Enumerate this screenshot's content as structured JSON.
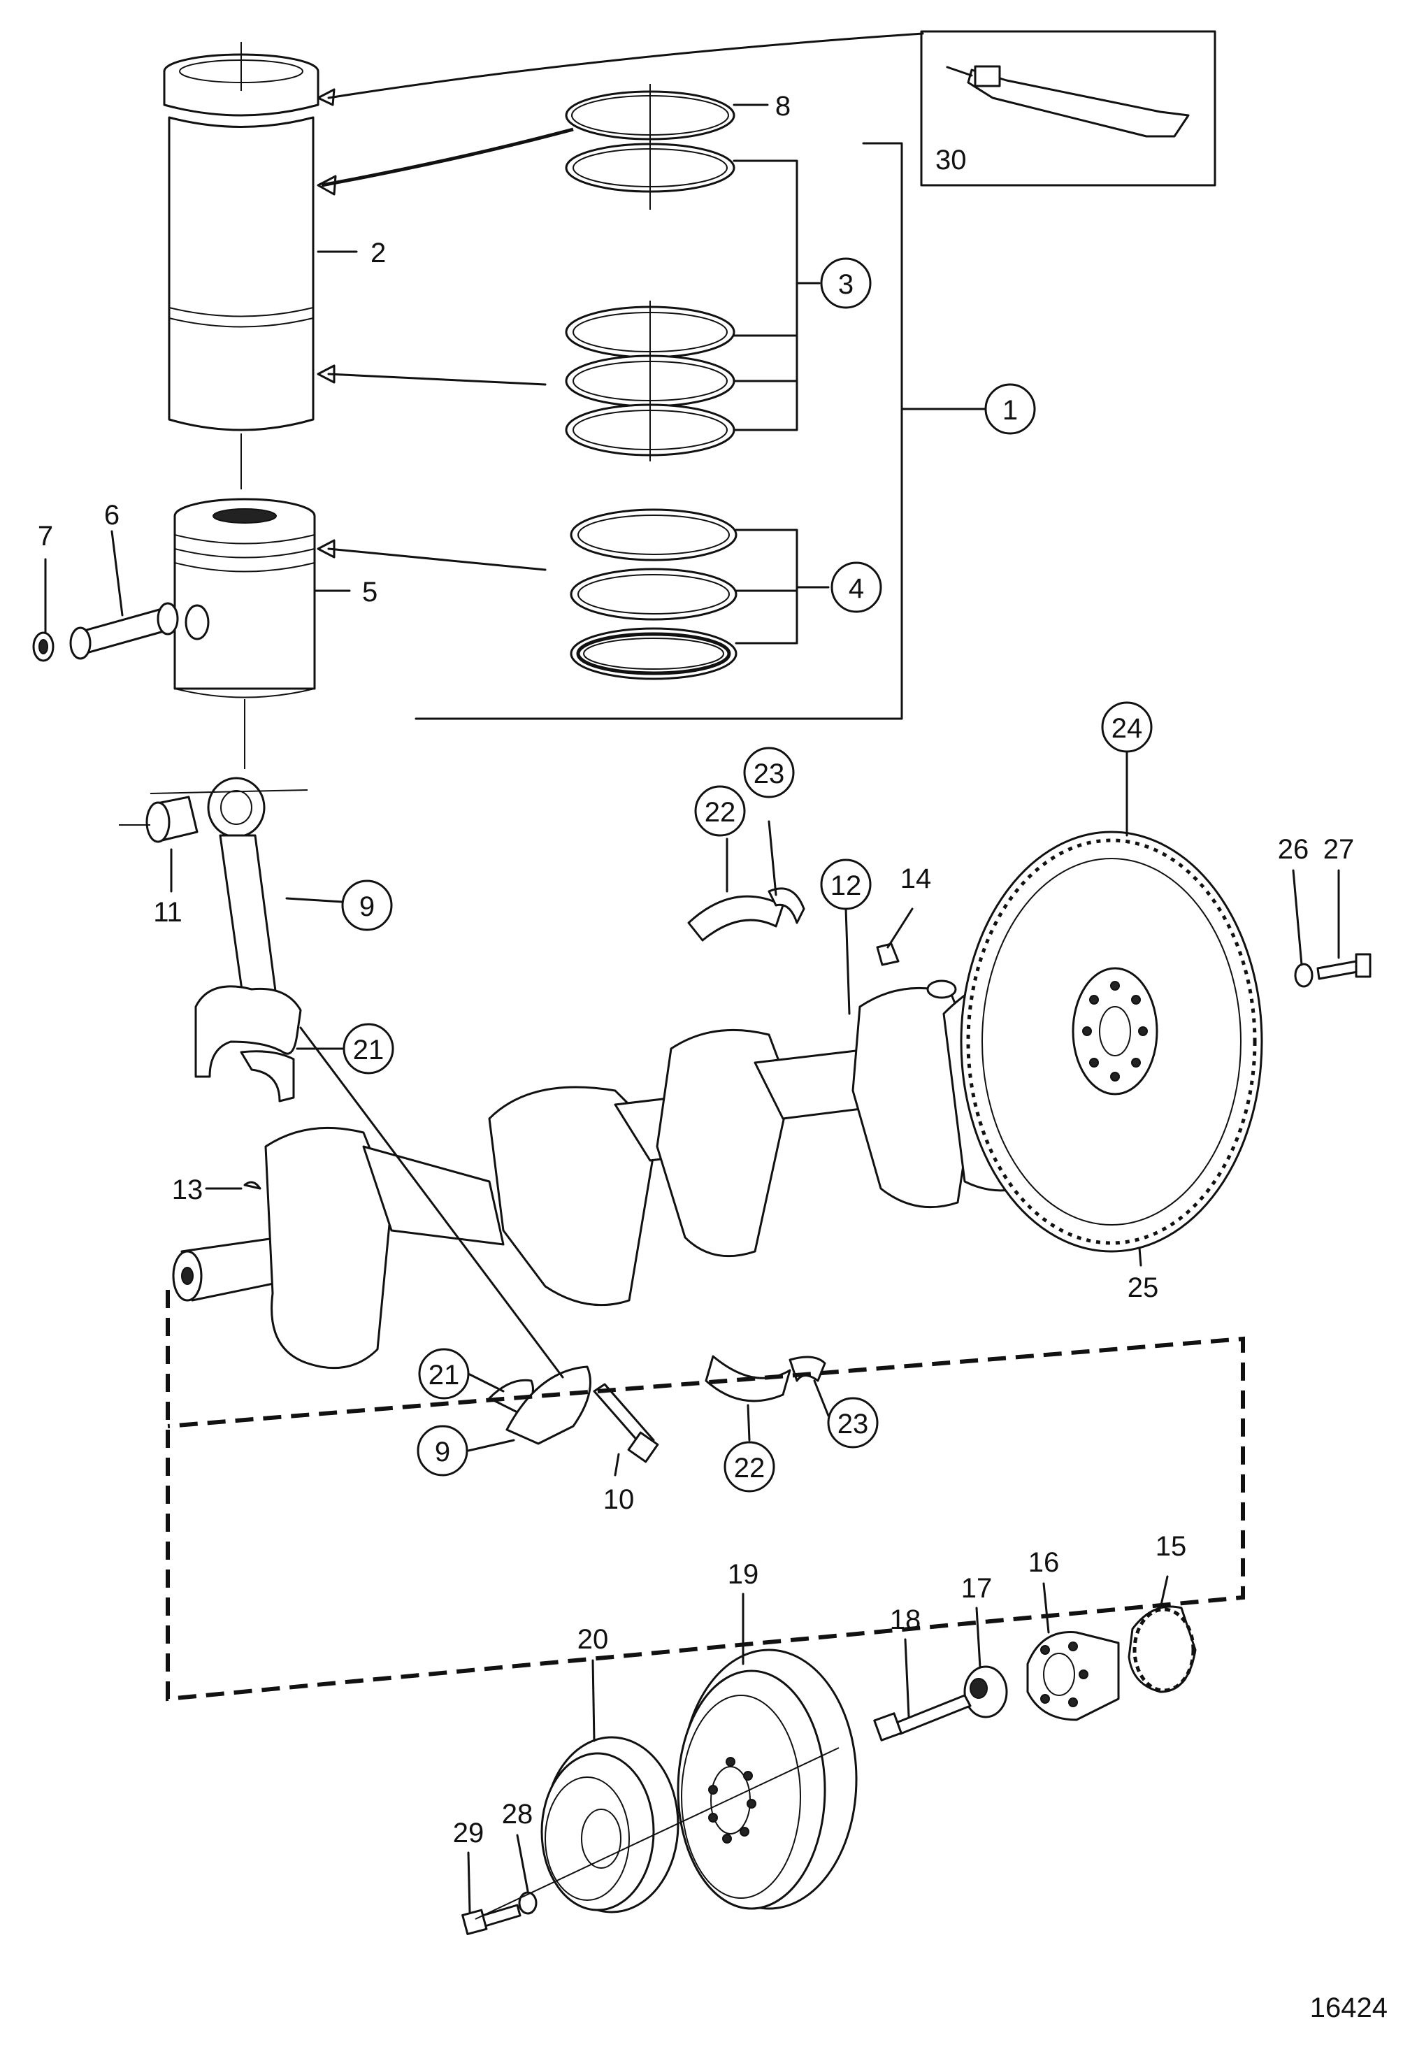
{
  "drawing_number": "16424",
  "callouts": {
    "c1": "1",
    "c2": "2",
    "c3": "3",
    "c4": "4",
    "c5": "5",
    "c6": "6",
    "c7": "7",
    "c8": "8",
    "c9a": "9",
    "c9b": "9",
    "c10": "10",
    "c11": "11",
    "c12": "12",
    "c13": "13",
    "c14": "14",
    "c15": "15",
    "c16": "16",
    "c17": "17",
    "c18": "18",
    "c19": "19",
    "c20": "20",
    "c21a": "21",
    "c21b": "21",
    "c22a": "22",
    "c22b": "22",
    "c23a": "23",
    "c23b": "23",
    "c24": "24",
    "c25": "25",
    "c26": "26",
    "c27": "27",
    "c28": "28",
    "c29": "29",
    "c30": "30"
  }
}
